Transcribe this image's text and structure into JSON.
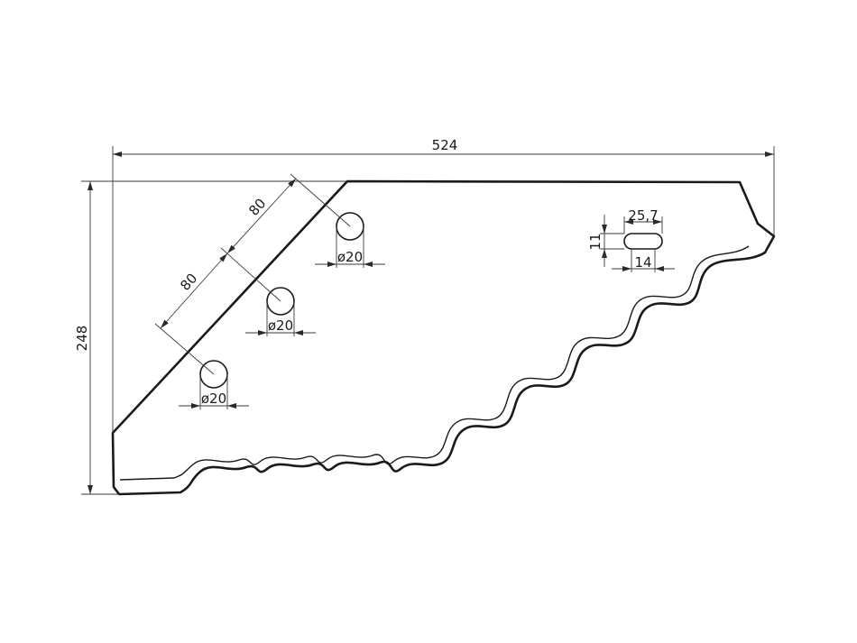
{
  "drawing": {
    "overall_width": "524",
    "overall_height": "248",
    "hole_spacing_1": "80",
    "hole_spacing_2": "80",
    "hole_1_diameter": "ø20",
    "hole_2_diameter": "ø20",
    "hole_3_diameter": "ø20",
    "slot_length": "25,7",
    "slot_width": "11",
    "slot_center_spacing": "14"
  }
}
